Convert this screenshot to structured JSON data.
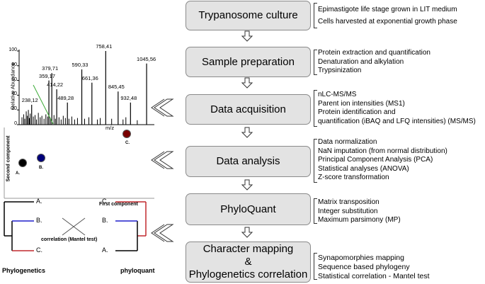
{
  "steps": [
    {
      "label": "Trypanosome culture"
    },
    {
      "label": "Sample preparation"
    },
    {
      "label": "Data acquisition"
    },
    {
      "label": "Data analysis"
    },
    {
      "label": "PhyloQuant"
    },
    {
      "label_line1": "Character mapping",
      "label_line2": "&",
      "label_line3": "Phylogenetics correlation"
    }
  ],
  "descriptions": [
    [
      "Epimastigote life stage grown in LIT medium",
      "Cells harvested at exponential growth phase"
    ],
    [
      "Protein extraction and quantification",
      "Denaturation and alkylation",
      "Trypsinization"
    ],
    [
      "nLC-MS/MS",
      "Parent ion intensities (MS1)",
      "Protein identification and",
      "quantification (iBAQ and LFQ intensities) (MS/MS)"
    ],
    [
      "Data normalization",
      "NaN imputation (from normal distribution)",
      "Principal Component Analysis (PCA)",
      "Statistical analyses (ANOVA)",
      "Z-score transformation"
    ],
    [
      "Matrix transposition",
      "Integer substitution",
      "Maximum parsimony (MP)"
    ],
    [
      "Synapomorphies mapping",
      "Sequence based phylogeny",
      "Statistical correlation - Mantel test"
    ]
  ],
  "spectrum": {
    "ylabel": "Relative Abundance",
    "xlabel": "m/z",
    "yticks": [
      "100",
      "80",
      "60",
      "40",
      "20",
      "0"
    ],
    "peaks": [
      {
        "label": "238,12",
        "mz": 238.12,
        "rel": 27
      },
      {
        "label": "359,17",
        "mz": 359.17,
        "rel": 60
      },
      {
        "label": "379,71",
        "mz": 379.71,
        "rel": 70
      },
      {
        "label": "414,22",
        "mz": 414.22,
        "rel": 48
      },
      {
        "label": "489,28",
        "mz": 489.28,
        "rel": 30
      },
      {
        "label": "590,33",
        "mz": 590.33,
        "rel": 75
      },
      {
        "label": "661,36",
        "mz": 661.36,
        "rel": 57
      },
      {
        "label": "758,41",
        "mz": 758.41,
        "rel": 100
      },
      {
        "label": "845,45",
        "mz": 845.45,
        "rel": 45
      },
      {
        "label": "932,48",
        "mz": 932.48,
        "rel": 30
      },
      {
        "label": "1045,56",
        "mz": 1045.56,
        "rel": 83
      }
    ]
  },
  "pca": {
    "xlabel": "First component",
    "ylabel": "Second component",
    "points": [
      {
        "label": "A.",
        "color": "#000000"
      },
      {
        "label": "B.",
        "color": "#00007a"
      },
      {
        "label": "C.",
        "color": "#7a0000"
      }
    ]
  },
  "trees": {
    "left_title": "Phylogenetics",
    "right_title": "phyloquant",
    "mantel_label": "correlation (Mantel test)",
    "left_leaves": [
      "A.",
      "B.",
      "C."
    ],
    "right_leaves": [
      "C.",
      "B.",
      "A."
    ],
    "colors": {
      "black": "#000000",
      "blue": "#1f1fcc",
      "red": "#c0282d"
    }
  }
}
